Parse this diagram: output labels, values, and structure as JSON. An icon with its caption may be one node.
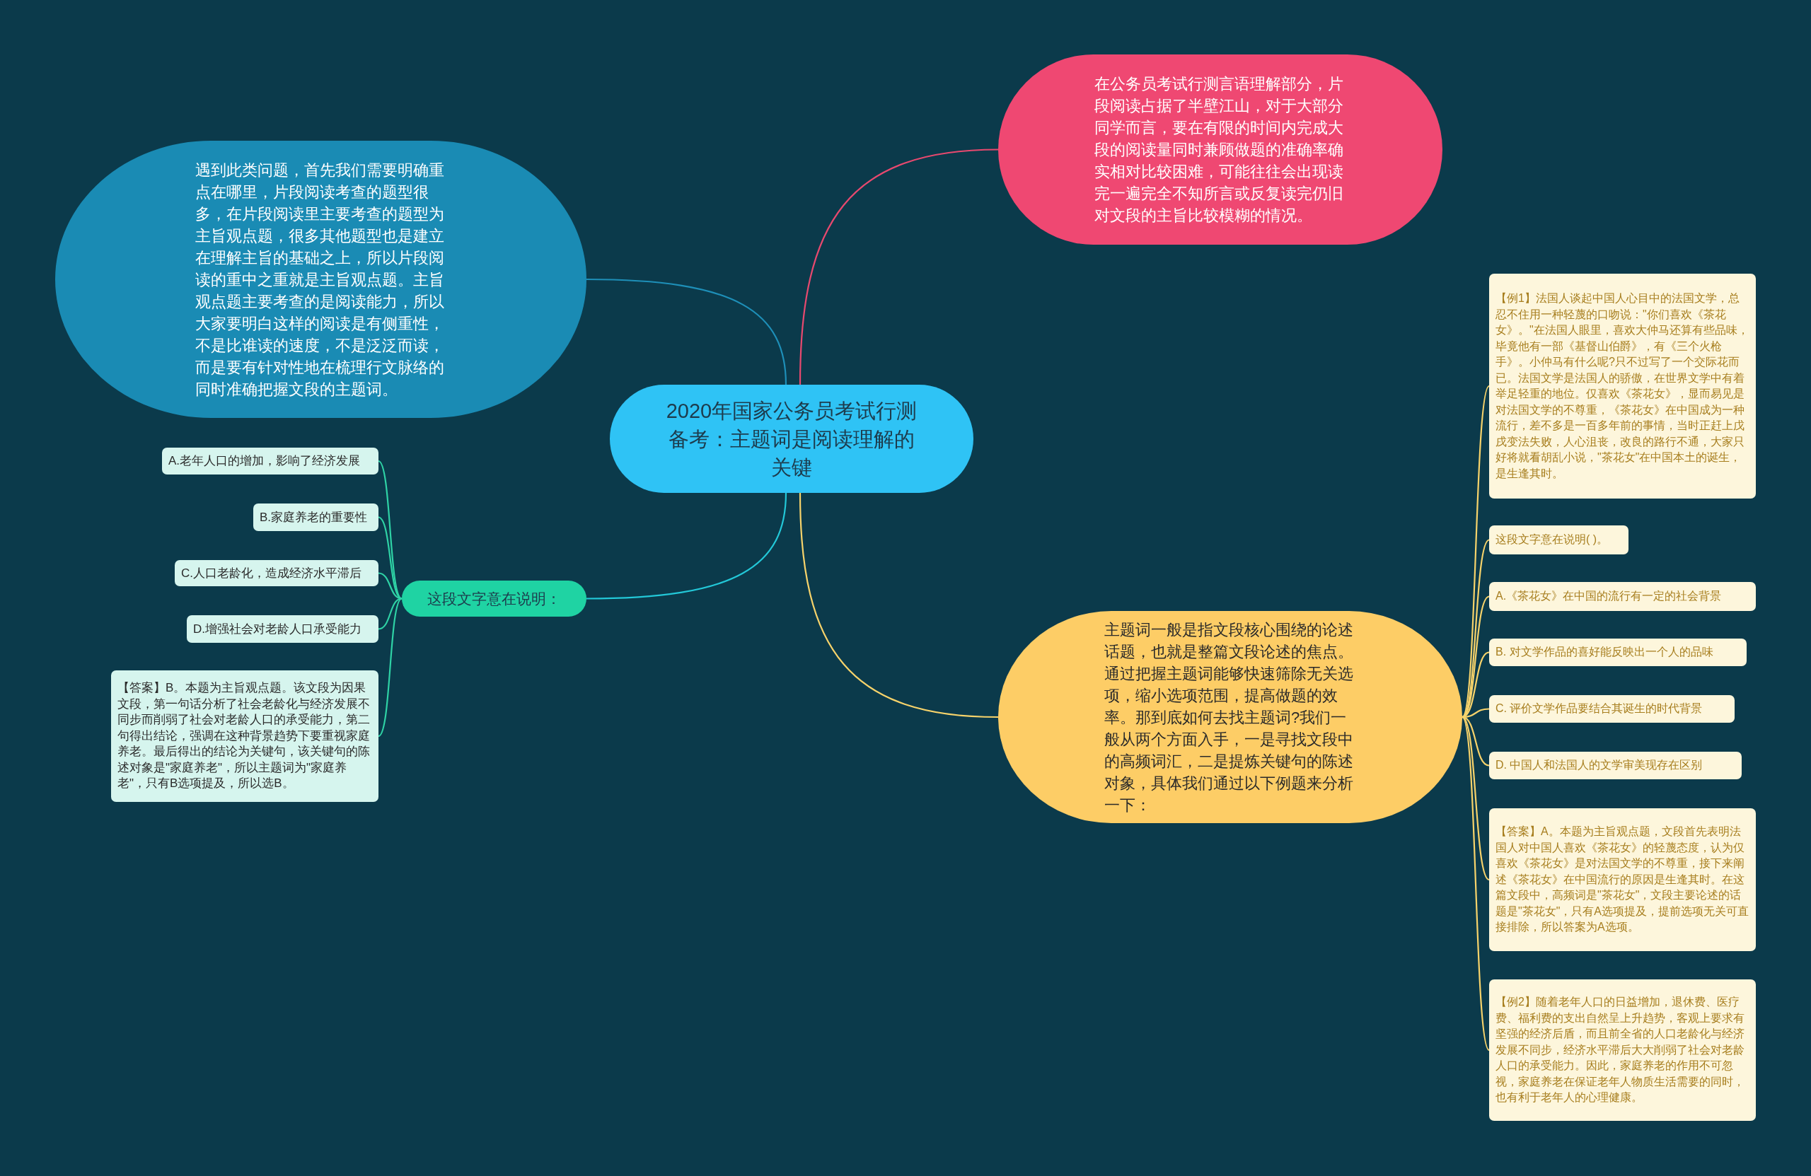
{
  "diagram": {
    "nodes": [
      {
        "text": [
          "2020年国家公务员考试行测备考：主题词是阅读理解的关键"
        ]
      },
      {
        "text": [
          "在公务员考试行测言语理解部分，片段阅读占据了半壁江山，对于大部分同学而言，要在有限的时间内完成大段的阅读量同时兼顾做题的准确率确实相对比较困难，可能往往会出现读完一遍完全不知所言或反复读完仍旧对文段的主旨比较模糊的情况。"
        ]
      },
      {
        "text": [
          "遇到此类问题，首先我们需要明确重点在哪里，片段阅读考查的题型很多，在片段阅读里主要考查的题型为主旨观点题，很多其他题型也是建立在理解主旨的基础之上，所以片段阅读的重中之重就是主旨观点题。主旨观点题主要考查的是阅读能力，所以大家要明白这样的阅读是有侧重性，不是比谁读的速度，不是泛泛而读，而是要有针对性地在梳理行文脉络的同时准确把握文段的主题词。"
        ]
      },
      {
        "text": [
          "这段文字意在说明："
        ]
      },
      {
        "text": [
          "A.老年人口的增加，影响了经济发展"
        ]
      },
      {
        "text": [
          "B.家庭养老的重要性"
        ]
      },
      {
        "text": [
          "C.人口老龄化，造成经济水平滞后"
        ]
      },
      {
        "text": [
          "D.增强社会对老龄人口承受能力"
        ]
      },
      {
        "text": [
          "【答案】B。本题为主旨观点题。该文段为因果文段，第一句话分析了社会老龄化与经济发展不同步而削弱了社会对老龄人口的承受能力，第二句得出结论，强调在这种背景趋势下要重视家庭养老。最后得出的结论为关键句，该关键句的陈述对象是\"家庭养老\"，所以主题词为\"家庭养老\"，只有B选项提及，所以选B。"
        ]
      },
      {
        "text": [
          "主题词一般是指文段核心围绕的论述话题，也就是整篇文段论述的焦点。通过把握主题词能够快速筛除无关选项，缩小选项范围，提高做题的效率。那到底如何去找主题词?我们一般从两个方面入手，一是寻找文段中的高频词汇，二是提炼关键句的陈述对象，具体我们通过以下例题来分析一下："
        ]
      },
      {
        "text": [
          "【例1】法国人谈起中国人心目中的法国文学，总忍不住用一种轻蔑的口吻说：\"你们喜欢《茶花女》。\"在法国人眼里，喜欢大仲马还算有些品味，毕竟他有一部《基督山伯爵》，有《三个火枪手》。小仲马有什么呢?只不过写了一个交际花而已。法国文学是法国人的骄傲，在世界文学中有着举足轻重的地位。仅喜欢《茶花女》，显而易见是对法国文学的不尊重，《茶花女》在中国成为一种流行，差不多是一百多年前的事情，当时正赶上戊戌变法失败，人心沮丧，改良的路行不通，大家只好将就看胡乱小说，\"茶花女\"在中国本土的诞生，是生逢其时。"
        ]
      },
      {
        "text": [
          "这段文字意在说明( )。"
        ]
      },
      {
        "text": [
          "A.《茶花女》在中国的流行有一定的社会背景"
        ]
      },
      {
        "text": [
          "B. 对文学作品的喜好能反映出一个人的品味"
        ]
      },
      {
        "text": [
          "C. 评价文学作品要结合其诞生的时代背景"
        ]
      },
      {
        "text": [
          "D. 中国人和法国人的文学审美现存在区别"
        ]
      },
      {
        "text": [
          "【答案】A。本题为主旨观点题，文段首先表明法国人对中国人喜欢《茶花女》的轻蔑态度，认为仅喜欢《茶花女》是对法国文学的不尊重，接下来阐述《茶花女》在中国流行的原因是生逢其时。在这篇文段中，高频词是\"茶花女\"，文段主要论述的话题是\"茶花女\"，只有A选项提及，提前选项无关可直接排除，所以答案为A选项。"
        ]
      },
      {
        "text": [
          "【例2】随着老年人口的日益增加，退休费、医疗费、福利费的支出自然呈上升趋势，客观上要求有坚强的经济后盾，而且前全省的人口老龄化与经济发展不同步，经济水平滞后大大削弱了社会对老龄人口的承受能力。因此，家庭养老的作用不可忽视，家庭养老在保证老年人物质生活需要的同时，也有利于老年人的心理健康。"
        ]
      }
    ],
    "edges": [
      {
        "from": 0,
        "to": 1,
        "arrow": "none",
        "color": "#e8496f"
      },
      {
        "from": 0,
        "to": 2,
        "arrow": "none",
        "color": "#1e8fb8"
      },
      {
        "from": 0,
        "to": 3,
        "arrow": "none",
        "color": "#23c8d8"
      },
      {
        "from": 3,
        "to": 4,
        "arrow": "none",
        "color": "#2fd3a6"
      },
      {
        "from": 3,
        "to": 5,
        "arrow": "none",
        "color": "#2fd3a6"
      },
      {
        "from": 3,
        "to": 6,
        "arrow": "none",
        "color": "#2fd3a6"
      },
      {
        "from": 3,
        "to": 7,
        "arrow": "none",
        "color": "#2fd3a6"
      },
      {
        "from": 3,
        "to": 8,
        "arrow": "none",
        "color": "#2fd3a6"
      },
      {
        "from": 0,
        "to": 9,
        "arrow": "none"
      },
      {
        "from": 9,
        "to": 10,
        "arrow": "none"
      },
      {
        "from": 9,
        "to": 11,
        "arrow": "none"
      },
      {
        "from": 9,
        "to": 12,
        "arrow": "none"
      },
      {
        "from": 9,
        "to": 13,
        "arrow": "none"
      },
      {
        "from": 9,
        "to": 14,
        "arrow": "none"
      },
      {
        "from": 9,
        "to": 15,
        "arrow": "none"
      },
      {
        "from": 9,
        "to": 16,
        "arrow": "none"
      },
      {
        "from": 9,
        "to": 17,
        "arrow": "none"
      }
    ]
  }
}
